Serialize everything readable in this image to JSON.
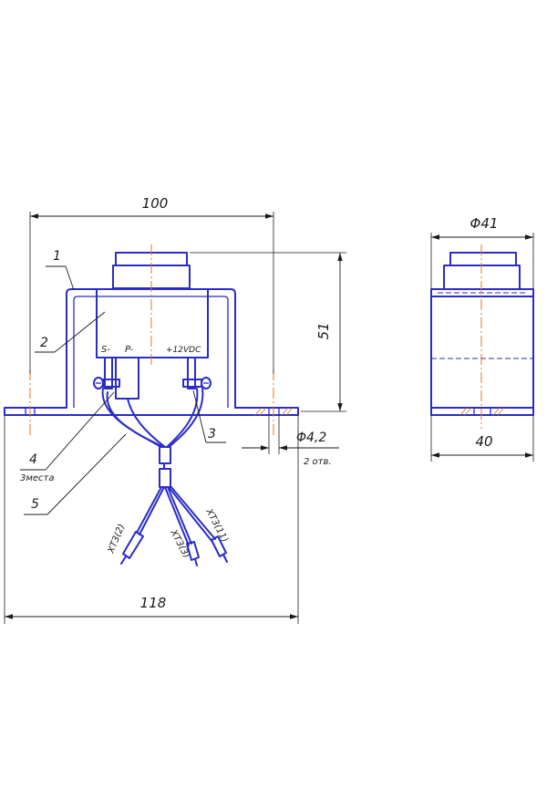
{
  "dimensions": {
    "width_top": "100",
    "height_right": "51",
    "hole_diameter": "Φ4,2",
    "hole_count": "2 отв.",
    "width_bottom": "118",
    "side_diameter": "Φ41",
    "side_width": "40"
  },
  "terminals": {
    "s_minus": "S-",
    "p_minus": "P-",
    "plus_12vdc": "+12VDC"
  },
  "callouts": {
    "c1": "1",
    "c2": "2",
    "c3": "3",
    "c4": "4",
    "c4_note": "3места",
    "c5": "5"
  },
  "wire_labels": {
    "w1": "XT3(2)",
    "w2": "XT3(3)",
    "w3": "XT3(11)"
  },
  "colors": {
    "outline": "#2b2bc8",
    "centerline": "#e07818",
    "dimension": "#1a1a1a"
  }
}
